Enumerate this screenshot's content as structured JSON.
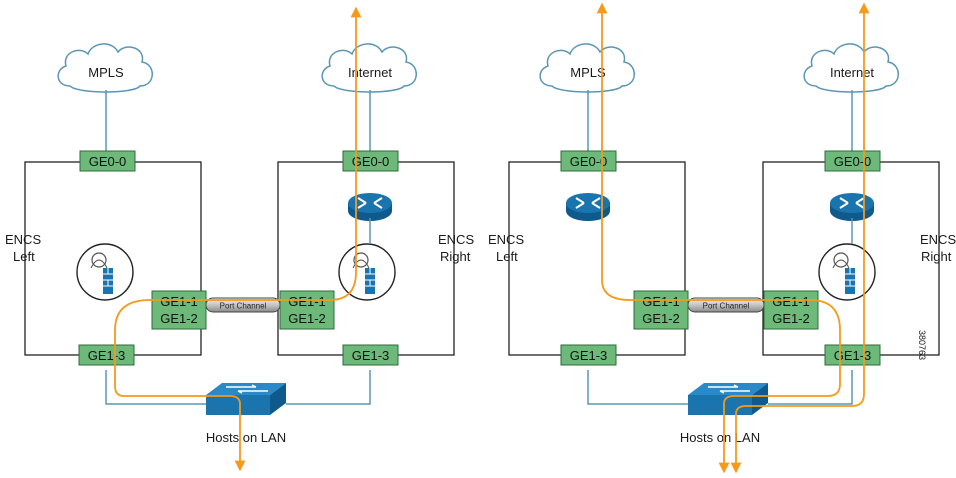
{
  "colors": {
    "port_fill": "#6cb97a",
    "port_stroke": "#2d6b3a",
    "link": "#5b96b6",
    "flow": "#f59a1b",
    "router": "#1a74ae",
    "switch": "#1a74ae",
    "box": "#222222"
  },
  "left": {
    "mpls_label": "MPLS",
    "internet_label": "Internet",
    "encs_left": [
      "ENCS",
      "Left"
    ],
    "encs_right": [
      "ENCS",
      "Right"
    ],
    "left_wan_port": "GE0-0",
    "right_wan_port": "GE0-0",
    "left_ge11": "GE1-1",
    "left_ge12": "GE1-2",
    "right_ge11": "GE1-1",
    "right_ge12": "GE1-2",
    "left_lan_port": "GE1-3",
    "right_lan_port": "GE1-3",
    "port_channel": "Port Channel",
    "hosts_label": "Hosts on LAN"
  },
  "right": {
    "mpls_label": "MPLS",
    "internet_label": "Internet",
    "encs_left": [
      "ENCS",
      "Left"
    ],
    "encs_right": [
      "ENCS",
      "Right"
    ],
    "left_wan_port": "GE0-0",
    "right_wan_port": "GE0-0",
    "left_ge11": "GE1-1",
    "left_ge12": "GE1-2",
    "right_ge11": "GE1-1",
    "right_ge12": "GE1-2",
    "left_lan_port": "GE1-3",
    "right_lan_port": "GE1-3",
    "port_channel": "Port Channel",
    "hosts_label": "Hosts on LAN"
  },
  "figure_id": "380763"
}
